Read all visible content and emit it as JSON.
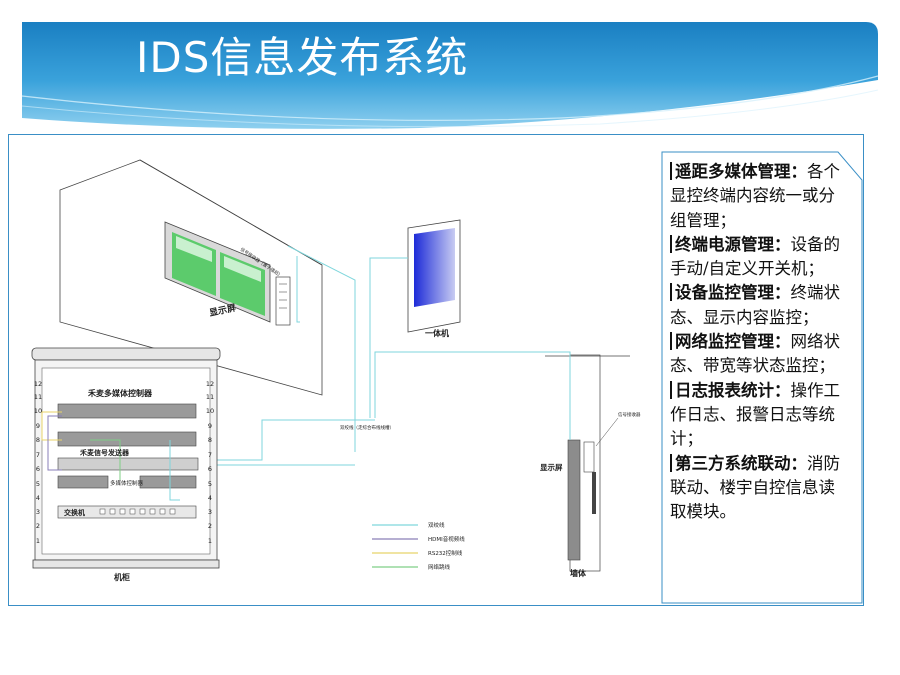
{
  "title": "IDS信息发布系统",
  "features": [
    {
      "heading": "遥距多媒体管理：",
      "text": "各个显控终端内容统一或分组管理；"
    },
    {
      "heading": "终端电源管理：",
      "text": "设备的手动/自定义开关机；"
    },
    {
      "heading": "设备监控管理：",
      "text": "终端状态、显示内容监控；"
    },
    {
      "heading": "网络监控管理：",
      "text": "网络状态、带宽等状态监控；"
    },
    {
      "heading": "日志报表统计：",
      "text": "操作工作日志、报警日志等统计；"
    },
    {
      "heading": "第三方系统联动：",
      "text": "消防联动、楼宇自控信息读取模块。"
    }
  ],
  "diagram": {
    "labels": {
      "display_screen_wall": "显示屏",
      "signal_receiver_top": "信号接收器（置于墙后）",
      "all_in_one": "一体机",
      "twisted_pair_note": "双绞线（走综合布线线槽）",
      "display_screen_side": "显示屏",
      "signal_receiver_side": "信号接收器",
      "wall": "墙体",
      "cabinet": "机柜",
      "multimedia_controller": "禾麦多媒体控制器",
      "signal_sender": "禾麦信号发送器",
      "multi_controller": "多媒体控制器",
      "switch": "交换机"
    },
    "rack_units": [
      "12",
      "11",
      "10",
      "9",
      "8",
      "7",
      "6",
      "5",
      "4",
      "3",
      "2",
      "1"
    ],
    "legend": [
      {
        "label": "双绞线",
        "color": "#7fd6dc"
      },
      {
        "label": "HDMI音视频线",
        "color": "#8a7fb8"
      },
      {
        "label": "RS232控制线",
        "color": "#e8d36a"
      },
      {
        "label": "网络跳线",
        "color": "#7fcf86"
      }
    ]
  },
  "colors": {
    "banner_top": "#1f86c8",
    "banner_bottom": "#7cc6ec",
    "frame": "#3a8fc6"
  }
}
